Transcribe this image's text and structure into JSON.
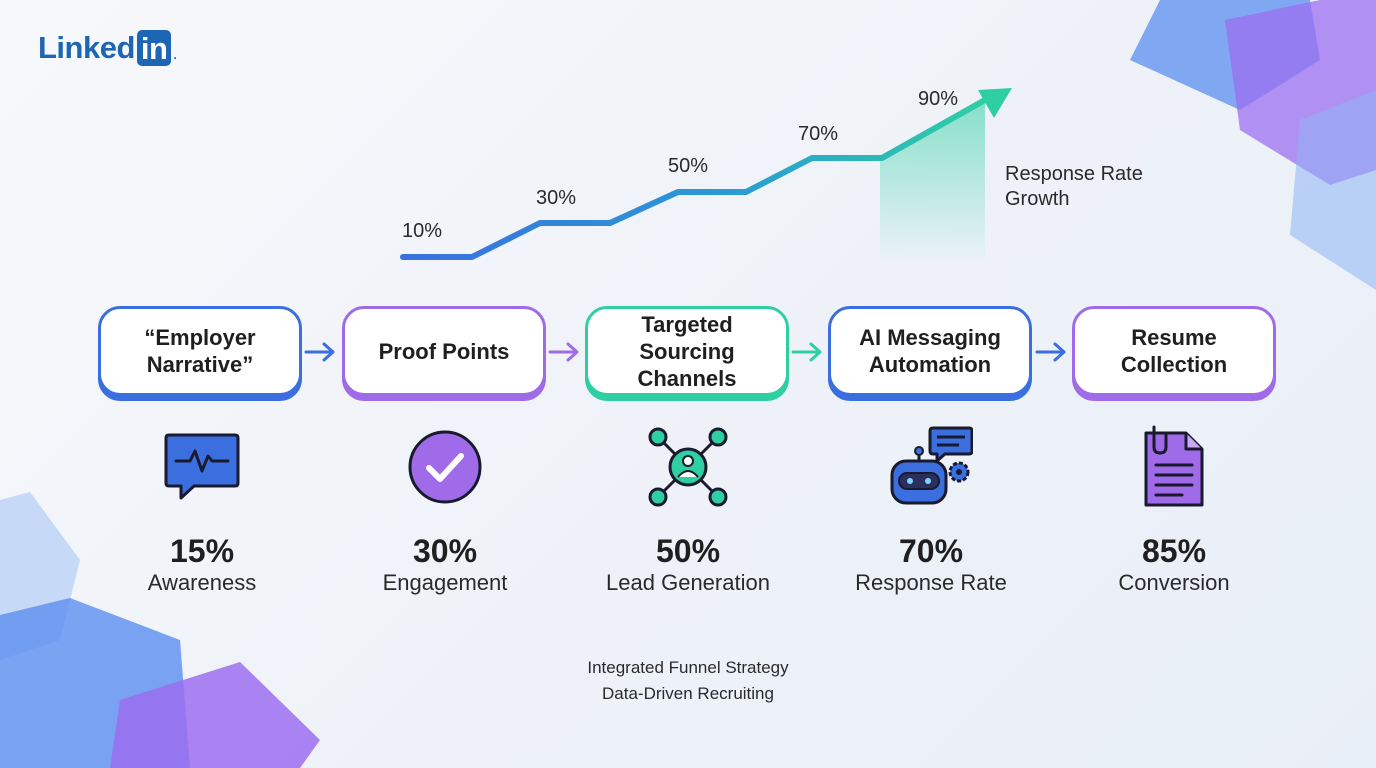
{
  "brand": {
    "logo_text": "Linked",
    "logo_box": "in",
    "logo_mark": "."
  },
  "growth_chart": {
    "label": [
      "Response Rate",
      "Growth"
    ],
    "values": [
      "10%",
      "30%",
      "50%",
      "70%",
      "90%"
    ]
  },
  "stages": [
    {
      "label": "“Employer Narrative”",
      "color": "#3b6fe0"
    },
    {
      "label": "Proof Points",
      "color": "#a06be8"
    },
    {
      "label": "Targeted Sourcing Channels",
      "color": "#2ecfa3"
    },
    {
      "label": "AI Messaging Automation",
      "color": "#3b6fe0"
    },
    {
      "label": "Resume Collection",
      "color": "#a06be8"
    }
  ],
  "icons": [
    "chat-pulse-icon",
    "check-circle-icon",
    "network-user-icon",
    "robot-chat-icon",
    "document-clip-icon"
  ],
  "metrics": [
    {
      "value": "15%",
      "label": "Awareness"
    },
    {
      "value": "30%",
      "label": "Engagement"
    },
    {
      "value": "50%",
      "label": "Lead Generation"
    },
    {
      "value": "70%",
      "label": "Response Rate"
    },
    {
      "value": "85%",
      "label": "Conversion"
    }
  ],
  "footer": {
    "line1": "Integrated Funnel Strategy",
    "line2": "Data-Driven Recruiting"
  },
  "colors": {
    "blue": "#3b6fe0",
    "purple": "#a06be8",
    "teal": "#2ecfa3",
    "linkedin": "#1d66b4"
  }
}
